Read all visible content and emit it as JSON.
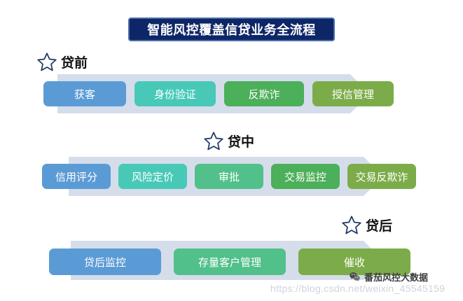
{
  "header": {
    "title": "智能风控覆盖信贷业务全流程",
    "title_bg": "#0e2667",
    "title_border": "#4a6fa8",
    "title_color": "#ffffff"
  },
  "palette": {
    "arrow": "#d5ddeb",
    "blue": "#5b9bd5",
    "teal": "#48c9b8",
    "green_light": "#52c08a",
    "green": "#4caf59",
    "olive": "#7cac49",
    "star_stroke": "#1f3864",
    "watermark": "#cfd3da"
  },
  "stages": [
    {
      "icon": "star-icon",
      "label": "贷前",
      "steps": [
        {
          "label": "获客",
          "color": "#5b9bd5",
          "width": 118
        },
        {
          "label": "身份验证",
          "color": "#48c9b8",
          "width": 116
        },
        {
          "label": "反欺诈",
          "color": "#4caf59",
          "width": 114
        },
        {
          "label": "授信管理",
          "color": "#7cac49",
          "width": 116
        }
      ]
    },
    {
      "icon": "star-icon",
      "label": "贷中",
      "steps": [
        {
          "label": "信用评分",
          "color": "#5b9bd5",
          "width": 98
        },
        {
          "label": "风险定价",
          "color": "#48c9b8",
          "width": 98
        },
        {
          "label": "审批",
          "color": "#52c08a",
          "width": 98
        },
        {
          "label": "交易监控",
          "color": "#4caf59",
          "width": 98
        },
        {
          "label": "交易反欺诈",
          "color": "#7cac49",
          "width": 98
        }
      ]
    },
    {
      "icon": "star-icon",
      "label": "贷后",
      "steps": [
        {
          "label": "贷后监控",
          "color": "#5b9bd5",
          "width": 160
        },
        {
          "label": "存量客户管理",
          "color": "#52c08a",
          "width": 160
        },
        {
          "label": "催收",
          "color": "#7cac49",
          "width": 160
        }
      ]
    }
  ],
  "watermark": {
    "url": "https://blog.csdn.net/weixin_45545159"
  },
  "brand": {
    "icon": "wechat-icon",
    "name": "番茄风控大数据"
  }
}
